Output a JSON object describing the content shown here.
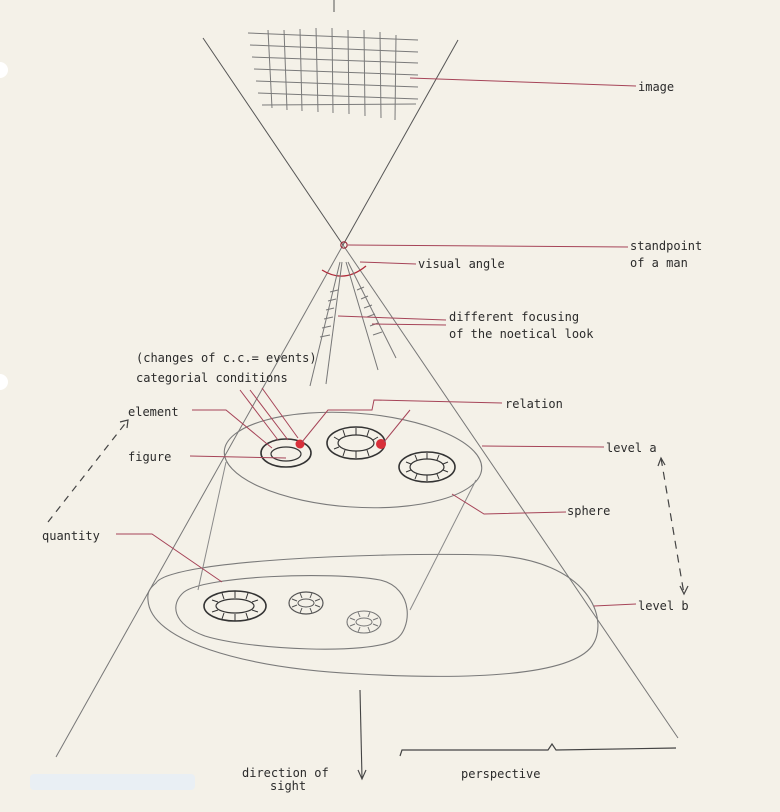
{
  "labels": {
    "image": "image",
    "standpoint_line1": "standpoint",
    "standpoint_line2": "of a man",
    "visual_angle": "visual angle",
    "focusing_line1": "different focusing",
    "focusing_line2": "of the noetical look",
    "changes": "(changes of c.c.= events)",
    "categorial": "categorial conditions",
    "element": "element",
    "relation": "relation",
    "figure": "figure",
    "level_a": "level a",
    "sphere": "sphere",
    "quantity": "quantity",
    "level_b": "level b",
    "direction_line1": "direction of",
    "direction_line2": "sight",
    "perspective": "perspective"
  },
  "colors": {
    "paper": "#f4f1e8",
    "pencil": "#8a8a8a",
    "ink": "#2b2b2b",
    "red_ink": "#c0303a"
  }
}
